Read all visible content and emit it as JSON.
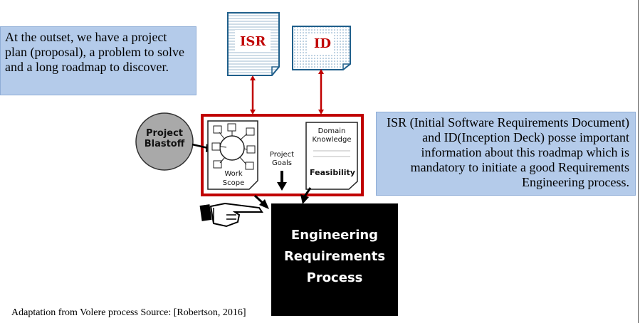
{
  "left_callout": {
    "text": "At the outset, we have a project plan (proposal), a problem to solve and a long roadmap to discover."
  },
  "right_callout": {
    "text": "ISR (Initial Software Requirements Document) and ID(Inception Deck) posse important information about this roadmap which is mandatory to initiate a good Requirements Engineering process."
  },
  "documents": {
    "isr": "ISR",
    "id": "ID"
  },
  "sketch": {
    "project_blastoff": "Project Blastoff",
    "work_scope": "Work Scope",
    "project_goals": "Project Goals",
    "domain_knowledge": "Domain Knowledge",
    "feasibility": "Feasibility"
  },
  "process": {
    "label": "Engineering Requirements Process"
  },
  "source_note": "Adaptation from Volere process Source: [Robertson, 2016]",
  "colors": {
    "callout_fill": "#b4cbea",
    "doc_border": "#1f5f8b",
    "red": "#c00000",
    "process_fill": "#000000"
  },
  "icons": [
    "pointing-hand-icon",
    "document-icon"
  ]
}
